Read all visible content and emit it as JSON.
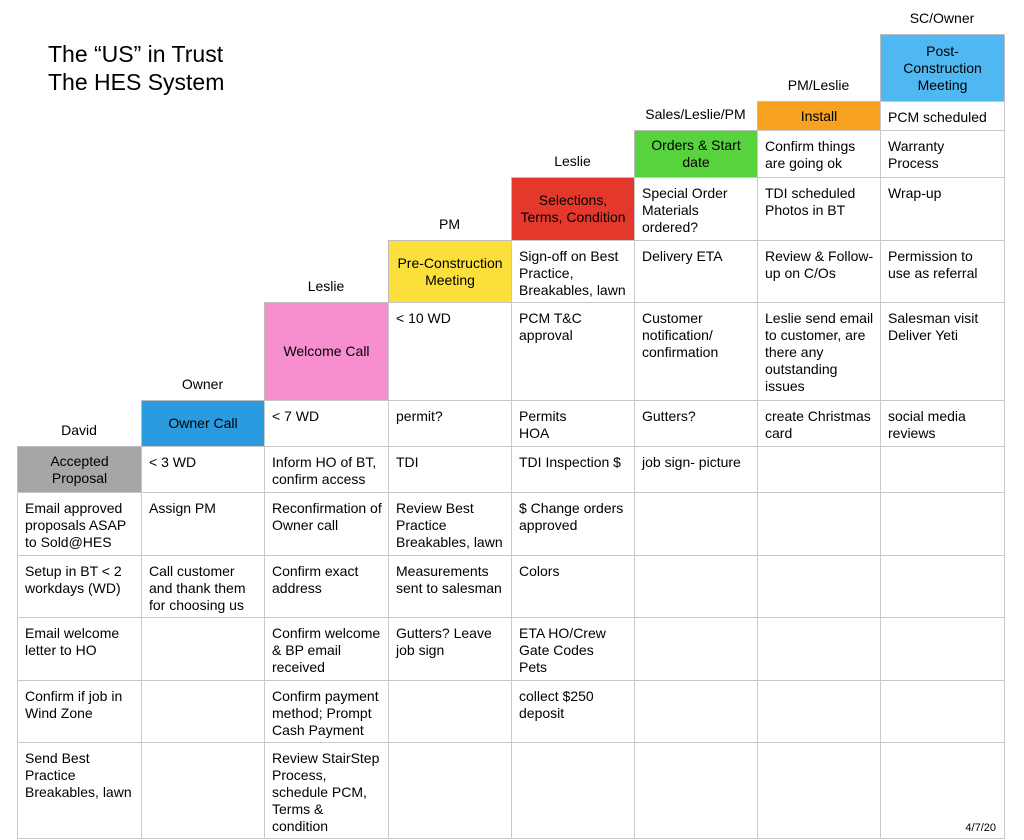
{
  "title": {
    "line1": "The “US” in Trust",
    "line2": "The HES System"
  },
  "date": "4/7/20",
  "columns": [
    {
      "owner": "David",
      "step": "Accepted Proposal",
      "color": "#a6a6a6",
      "tasks": [
        "Email approved proposals ASAP to Sold@HES",
        "Setup in BT < 2 workdays (WD)",
        "Email welcome letter to HO",
        "Confirm if job in Wind Zone",
        "Send Best Practice Breakables, lawn"
      ]
    },
    {
      "owner": "Owner",
      "step": "Owner Call",
      "color": "#2b9be0",
      "tasks": [
        "< 3 WD",
        "Assign PM",
        "Call customer and thank them for choosing us",
        "",
        "",
        ""
      ]
    },
    {
      "owner": "Leslie",
      "step": "Welcome Call",
      "color": "#f78fcf",
      "tasks": [
        "< 7 WD",
        "Inform HO of BT, confirm access",
        "Reconfirmation of Owner call",
        "Confirm exact address",
        "Confirm welcome & BP email received",
        "Confirm payment method; Prompt Cash Payment",
        "Review StairStep Process, schedule PCM, Terms & condition"
      ]
    },
    {
      "owner": "PM",
      "step": "Pre-Construction Meeting",
      "color": "#fbe03c",
      "tasks": [
        "< 10 WD",
        "permit?",
        "TDI",
        "Review Best Practice Breakables, lawn",
        "Measurements sent to salesman",
        "Gutters?   Leave job sign",
        "",
        ""
      ]
    },
    {
      "owner": "Leslie",
      "step": "Selections, Terms, Condition",
      "color": "#e5382c",
      "tasks": [
        "Sign-off on Best Practice, Breakables, lawn",
        "PCM T&C approval",
        "Permits\nHOA",
        "TDI Inspection $",
        "$ Change orders approved",
        "Colors",
        "ETA HO/Crew\nGate Codes\nPets",
        "collect $250 deposit",
        ""
      ]
    },
    {
      "owner": "Sales/Leslie/PM",
      "step": "Orders & Start date",
      "color": "#57d43d",
      "tasks": [
        "Special Order Materials ordered?",
        "Delivery ETA",
        "Customer notification/ confirmation",
        "Gutters?",
        "job sign- picture",
        "",
        "",
        "",
        "",
        ""
      ]
    },
    {
      "owner": "PM/Leslie",
      "step": "Install",
      "color": "#f7a221",
      "tasks": [
        "Confirm things are going ok",
        "TDI scheduled\nPhotos in BT",
        "Review & Follow-up on C/Os",
        "Leslie send email to customer, are there any outstanding issues",
        "create Christmas card",
        "",
        "",
        "",
        "",
        "",
        ""
      ]
    },
    {
      "owner": "SC/Owner",
      "step": "Post-Construction Meeting",
      "color": "#4fb8f2",
      "tasks": [
        "PCM scheduled",
        "Warranty Process",
        "Wrap-up",
        "Permission to use as referral",
        "Salesman visit\nDeliver Yeti",
        "social media reviews",
        "",
        "",
        "",
        "",
        "",
        ""
      ]
    }
  ]
}
